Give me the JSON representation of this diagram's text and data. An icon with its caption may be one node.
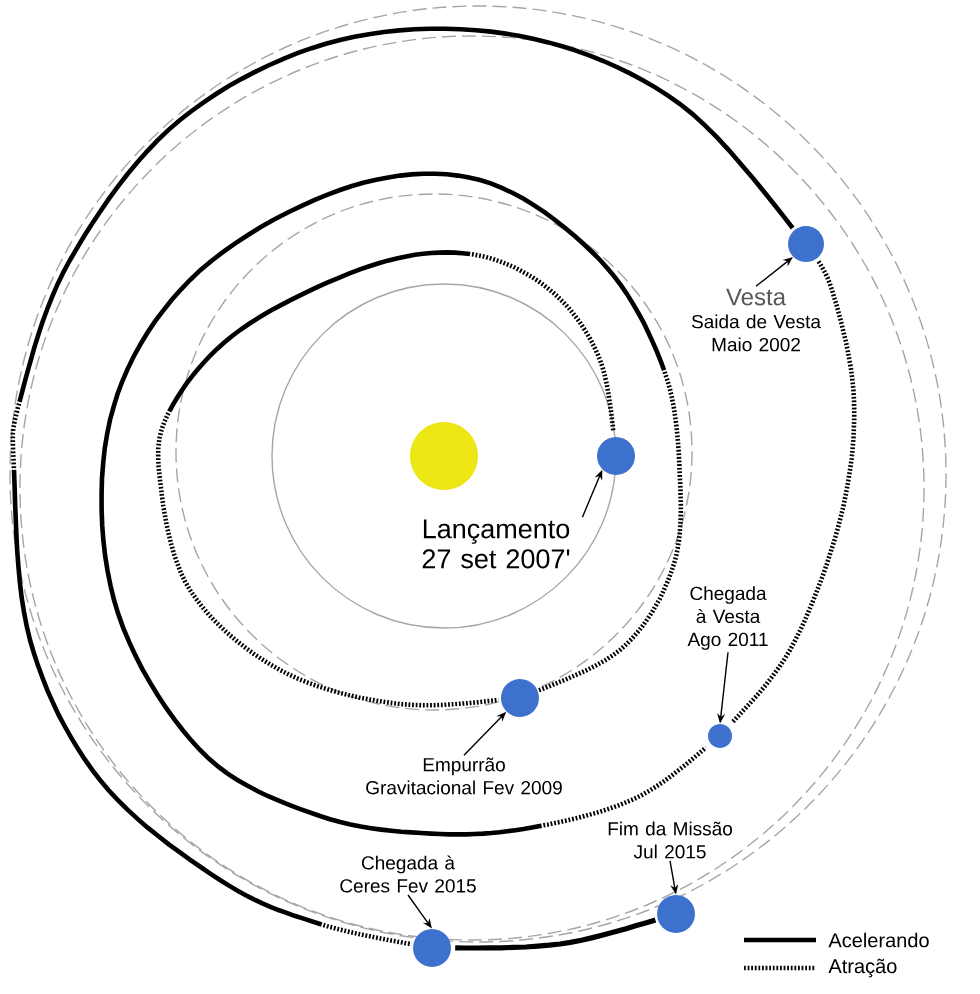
{
  "diagram": {
    "nodes": [
      {
        "text": [],
        "shape": "circle"
      },
      {
        "text": [
          "Vesta",
          "Saida de Vesta Maio 2002"
        ]
      },
      {
        "text": [],
        "shape": "circle"
      },
      {
        "text": [],
        "shape": "circle"
      },
      {
        "text": [
          "Lançamento 27 set 2007'"
        ]
      },
      {
        "text": [
          "Chegada à Vesta Ago 2011"
        ]
      },
      {
        "text": [],
        "shape": "circle"
      },
      {
        "text": [],
        "shape": "circle"
      },
      {
        "text": [
          "Empurrão Gravitacional Fev 2009"
        ]
      },
      {
        "text": [
          "Fim da Missão Jul 2015"
        ]
      },
      {
        "text": [
          "Chegada à Ceres Fev 2015"
        ]
      },
      {
        "text": [],
        "shape": "circle"
      },
      {
        "text": [],
        "shape": "circle"
      }
    ],
    "edges": [
      {
        "from": 1,
        "to": 0,
        "arrow": "to"
      },
      {
        "from": 4,
        "to": 3,
        "arrow": "to"
      },
      {
        "from": 5,
        "to": 7,
        "arrow": "to"
      },
      {
        "from": 8,
        "to": 6,
        "arrow": "to"
      },
      {
        "from": 9,
        "to": 11,
        "arrow": "to"
      },
      {
        "from": 10,
        "to": 12,
        "arrow": "to"
      },
      {
        "from": 3,
        "to": 6,
        "arrow": "none",
        "style": "dashed"
      },
      {
        "from": 6,
        "to": 7,
        "arrow": "none",
        "style": "dashed"
      },
      {
        "from": 7,
        "to": 0,
        "arrow": "none",
        "style": "dashed"
      },
      {
        "from": 0,
        "to": 12,
        "arrow": "none",
        "style": "dashed"
      },
      {
        "from": 12,
        "to": 11,
        "arrow": "none",
        "style": "thick"
      }
    ],
    "legend": [
      {
        "text": "Acelerando"
      },
      {
        "text": "Atração"
      }
    ]
  }
}
